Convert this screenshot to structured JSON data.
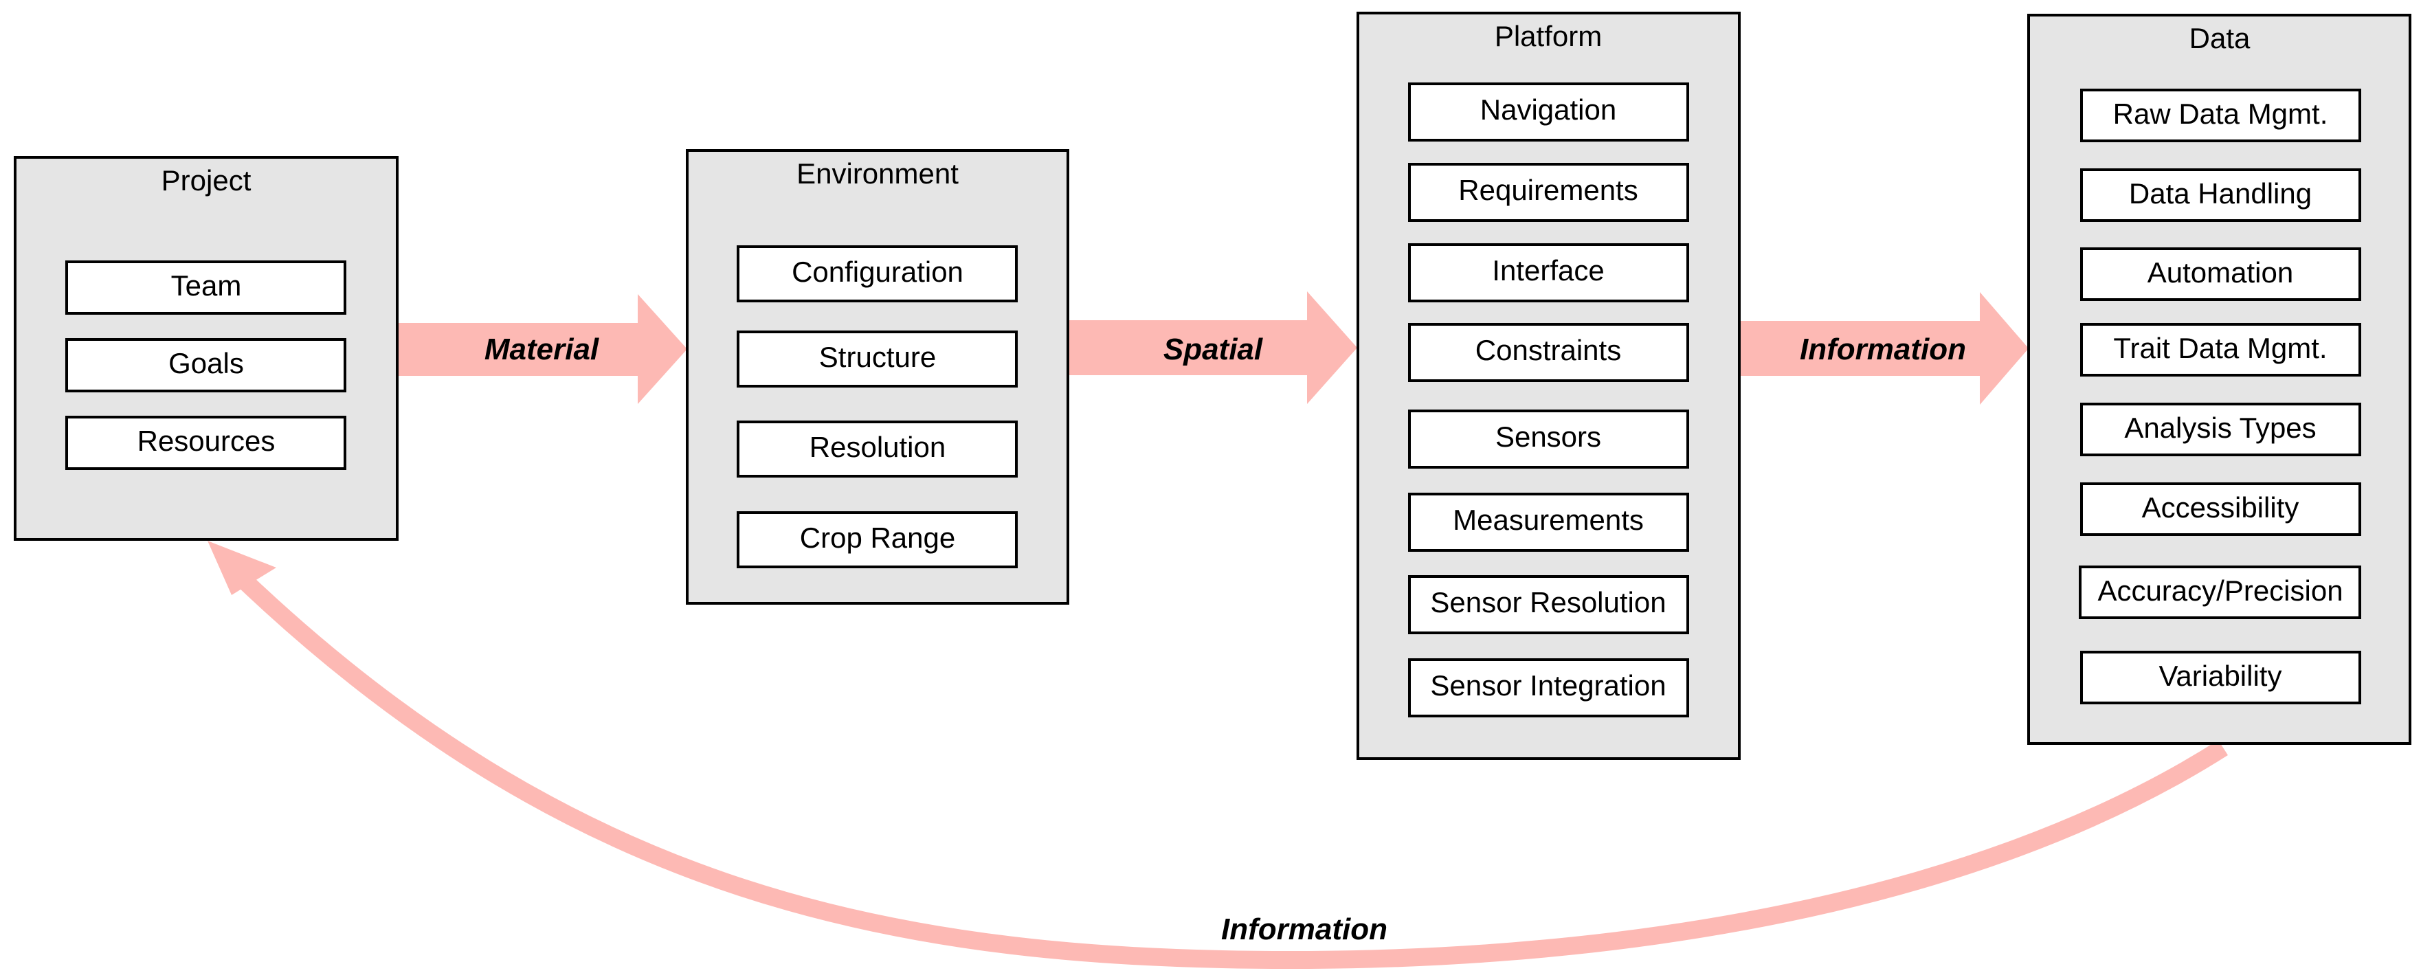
{
  "colors": {
    "group_fill": "#e5e5e5",
    "arrow": "#fdb9b4",
    "border": "#000000",
    "item_fill": "#ffffff"
  },
  "groups": [
    {
      "title": "Project",
      "items": [
        "Team",
        "Goals",
        "Resources"
      ]
    },
    {
      "title": "Environment",
      "items": [
        "Configuration",
        "Structure",
        "Resolution",
        "Crop Range"
      ]
    },
    {
      "title": "Platform",
      "items": [
        "Navigation",
        "Requirements",
        "Interface",
        "Constraints",
        "Sensors",
        "Measurements",
        "Sensor Resolution",
        "Sensor Integration"
      ]
    },
    {
      "title": "Data",
      "items": [
        "Raw Data Mgmt.",
        "Data Handling",
        "Automation",
        "Trait Data Mgmt.",
        "Analysis Types",
        "Accessibility",
        "Accuracy/Precision",
        "Variability"
      ]
    }
  ],
  "flows": [
    {
      "label": "Material",
      "icon": "right-arrow-icon"
    },
    {
      "label": "Spatial",
      "icon": "right-arrow-icon"
    },
    {
      "label": "Information",
      "icon": "right-arrow-icon"
    },
    {
      "label": "Information",
      "icon": "curved-arrow-icon"
    }
  ]
}
